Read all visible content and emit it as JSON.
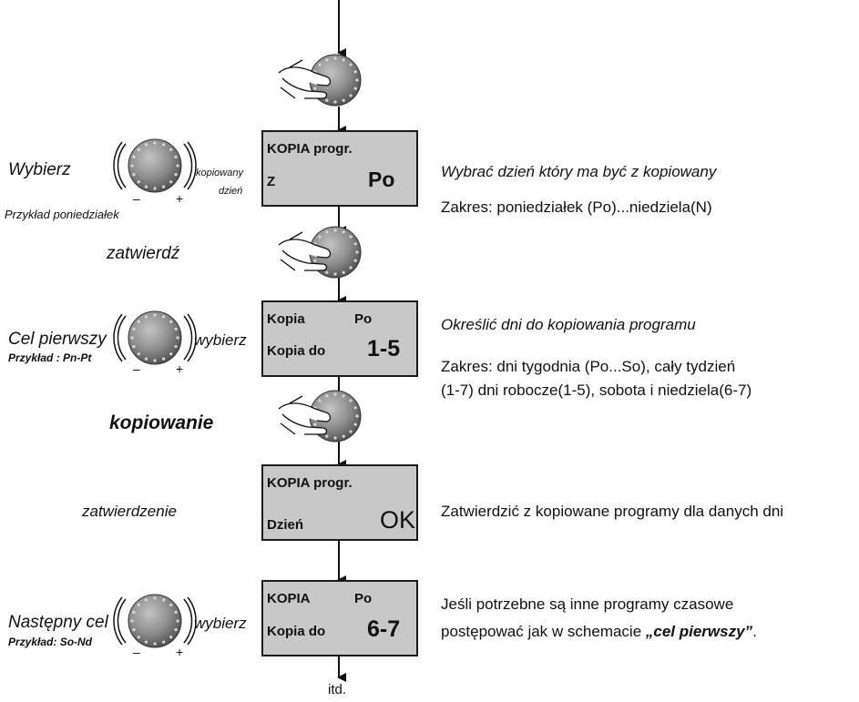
{
  "steps": [
    {
      "left_label": "Wybierz",
      "left_example": "Przykład poniedziałek",
      "dial_left_caption": "kopiowany",
      "dial_right_caption": "dzień",
      "minus": "–",
      "plus": "+",
      "lcd_line1": "KOPIA progr.",
      "lcd_line2": "Z",
      "lcd_value": "Po",
      "description": "Wybrać dzień który ma być z kopiowany",
      "range": "Zakres:  poniedziałek (Po)...niedziela(N)"
    },
    {
      "press_label": "zatwierdź"
    },
    {
      "left_label": "Cel pierwszy",
      "left_example": "Przykład : Pn-Pt",
      "dial_caption": "wybierz",
      "minus": "–",
      "plus": "+",
      "lcd_line1": "Kopia",
      "lcd_line1_value": "Po",
      "lcd_line2": "Kopia do",
      "lcd_value": "1-5",
      "description": "Określić dni do kopiowania programu",
      "range_line1": "Zakres: dni tygodnia  (Po...So), cały tydzień",
      "range_line2": "(1-7) dni robocze(1-5), sobota i niedziela(6-7)"
    },
    {
      "press_label": "kopiowanie"
    },
    {
      "left_label": "zatwierdzenie",
      "lcd_line1": "KOPIA progr.",
      "lcd_line2": "Dzień",
      "lcd_value": "OK",
      "description": "Zatwierdzić z kopiowane programy dla danych dni"
    },
    {
      "left_label": "Następny cel",
      "left_example": "Przykład: So-Nd",
      "dial_caption": "wybierz",
      "minus": "–",
      "plus": "+",
      "lcd_line1": "KOPIA",
      "lcd_line1_value": "Po",
      "lcd_line2": "Kopia do",
      "lcd_value": "6-7",
      "description_line1": "Jeśli potrzebne są inne programy czasowe",
      "description_line2_prefix": "postępować jak w schemacie ",
      "description_line2_emphasis": "„cel pierwszy”",
      "description_line2_suffix": "."
    }
  ],
  "end_label": "itd.",
  "colors": {
    "lcd_background": "#c8c8c8",
    "knob_body": "#8d8d8d"
  }
}
